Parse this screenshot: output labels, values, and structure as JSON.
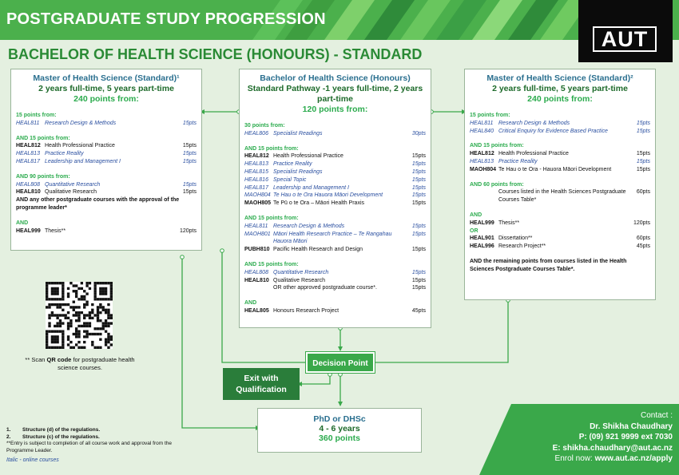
{
  "banner": {
    "title": "POSTGRADUATE STUDY PROGRESSION"
  },
  "logo": {
    "text": "AUT"
  },
  "subtitle": "BACHELOR OF HEALTH SCIENCE (HONOURS) - STANDARD",
  "left": {
    "title": "Master of Health Science (Standard)¹",
    "duration": "2 years full-time, 5 years part-time",
    "points": "240 points from:",
    "groups": [
      {
        "head": "15 points from:",
        "rows": [
          {
            "code": "HEAL811",
            "title": "Research Design & Methods",
            "pts": "15pts",
            "italic": true
          }
        ]
      },
      {
        "head": "AND 15 points from:",
        "rows": [
          {
            "code": "HEAL812",
            "title": "Health Professional Practice",
            "pts": "15pts",
            "italic": false
          },
          {
            "code": "HEAL813",
            "title": "Practice Reality",
            "pts": "15pts",
            "italic": true
          },
          {
            "code": "HEAL817",
            "title": "Leadership and Management I",
            "pts": "15pts",
            "italic": true
          }
        ]
      },
      {
        "head": "AND 90 points from:",
        "rows": [
          {
            "code": "HEAL808",
            "title": "Quantitative Research",
            "pts": "15pts",
            "italic": true
          },
          {
            "code": "HEAL810",
            "title": "Qualitative Research",
            "pts": "15pts",
            "italic": false
          }
        ]
      }
    ],
    "note": "AND any other postgraduate courses with the approval of the programme leader*",
    "and": "AND",
    "final": {
      "code": "HEAL999",
      "title": "Thesis**",
      "pts": "120pts"
    }
  },
  "center": {
    "title": "Bachelor of Health Science (Honours)",
    "pathway": "Standard Pathway -1 years full-time, 2 years part-time",
    "points": "120 points from:",
    "groups": [
      {
        "head": "30 points from:",
        "rows": [
          {
            "code": "HEAL806",
            "title": "Specialist Readings",
            "pts": "30pts",
            "italic": true
          }
        ]
      },
      {
        "head": "AND 15 points from:",
        "rows": [
          {
            "code": "HEAL812",
            "title": "Health Professional Practice",
            "pts": "15pts",
            "italic": false
          },
          {
            "code": "HEAL813",
            "title": "Practice Reality",
            "pts": "15pts",
            "italic": true
          },
          {
            "code": "HEAL815",
            "title": "Specialist Readings",
            "pts": "15pts",
            "italic": true
          },
          {
            "code": "HEAL816",
            "title": "Special Topic",
            "pts": "15pts",
            "italic": true
          },
          {
            "code": "HEAL817",
            "title": "Leadership and Management I",
            "pts": "15pts",
            "italic": true
          },
          {
            "code": "MAOH804",
            "title": "Te Hau o te Ora Hauora Māori Development",
            "pts": "15pts",
            "italic": true
          },
          {
            "code": "MAOH805",
            "title": "Te Pū o te Ora – Māori Health Praxis",
            "pts": "15pts",
            "italic": false
          }
        ]
      },
      {
        "head": "AND 15 points from:",
        "rows": [
          {
            "code": "HEAL811",
            "title": "Research Design & Methods",
            "pts": "15pts",
            "italic": true
          },
          {
            "code": "MAOH801",
            "title": "Māori Health Research Practice – Te Rangahau Hauora Māori",
            "pts": "15pts",
            "italic": true
          },
          {
            "code": "PUBH810",
            "title": "Pacific Health Research and Design",
            "pts": "15pts",
            "italic": false
          }
        ]
      },
      {
        "head": "AND 15 points from:",
        "rows": [
          {
            "code": "HEAL808",
            "title": "Quantitative Research",
            "pts": "15pts",
            "italic": true
          },
          {
            "code": "HEAL810",
            "title": "Qualitative Research",
            "pts": "15pts",
            "italic": false
          },
          {
            "code": "",
            "title": "OR other approved postgraduate course*.",
            "pts": "15pts",
            "italic": false
          }
        ]
      }
    ],
    "and": "AND",
    "final": {
      "code": "HEAL805",
      "title": "Honours Research Project",
      "pts": "45pts"
    }
  },
  "right": {
    "title": "Master of Health Science (Standard)²",
    "duration": "2 years full-time, 5 years part-time",
    "points": "240 points from:",
    "groups": [
      {
        "head": "15 points from:",
        "rows": [
          {
            "code": "HEAL811",
            "title": "Research Design & Methods",
            "pts": "15pts",
            "italic": true
          },
          {
            "code": "HEAL840",
            "title": "Critical Enquiry for Evidence Based Practice",
            "pts": "15pts",
            "italic": true
          }
        ]
      },
      {
        "head": "AND 15 points from:",
        "rows": [
          {
            "code": "HEAL812",
            "title": "Health Professional Practice",
            "pts": "15pts",
            "italic": false
          },
          {
            "code": "HEAL813",
            "title": "Practice Reality",
            "pts": "15pts",
            "italic": true
          },
          {
            "code": "MAOH804",
            "title": "Te Hau o te Ora - Hauora Māori Development",
            "pts": "15pts",
            "italic": false
          }
        ]
      },
      {
        "head": "AND 60 points from:",
        "rows": [
          {
            "code": "",
            "title": "Courses listed in the Health Sciences Postgraduate Courses Table*",
            "pts": "60pts",
            "italic": false
          }
        ]
      }
    ],
    "and": "AND",
    "final1": {
      "code": "HEAL999",
      "title": "Thesis**",
      "pts": "120pts"
    },
    "or": "OR",
    "final2": {
      "code": "HEAL901",
      "title": "Dissertation**",
      "pts": "60pts"
    },
    "final3": {
      "code": "HEAL996",
      "title": "Research Project**",
      "pts": "45pts"
    },
    "note": "AND the remaining points from courses listed in the Health Sciences Postgraduate Courses Table*."
  },
  "decision": "Decision Point",
  "exit": "Exit with Qualification",
  "phd": {
    "title": "PhD or DHSc",
    "years": "4 - 6 years",
    "points": "360 points"
  },
  "qr_note": {
    "lead": "** Scan ",
    "bold": "QR code",
    "rest": " for postgraduate health science courses."
  },
  "footnotes": {
    "f1_num": "1.",
    "f1": "Structure (d) of the regulations.",
    "f2_num": "2.",
    "f2": "Structure (c) of the regulations.",
    "f3": "**Entry is subject to completion of all course work and approval from the Programme Leader.",
    "online": "Italic - online courses"
  },
  "contact": {
    "label": "Contact :",
    "name": "Dr. Shikha Chaudhary",
    "phone": "P: (09) 921 9999 ext 7030",
    "email": "E: shikha.chaudhary@aut.ac.nz",
    "enrol_label": "Enrol now: ",
    "enrol_url": "www.aut.ac.nz/apply"
  },
  "colors": {
    "brand_green": "#3aa84a",
    "dark_green": "#2a7d3a",
    "title_blue": "#2a6f8f",
    "online_blue": "#2a4fa0"
  }
}
